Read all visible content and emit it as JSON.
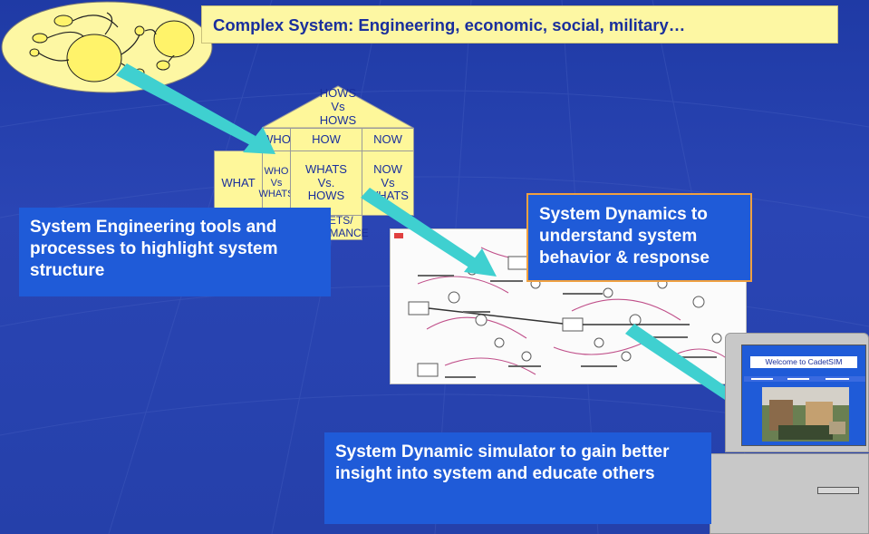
{
  "banner": "Complex System:  Engineering, economic, social, military…",
  "house": {
    "roof": [
      "HOWS",
      "Vs",
      "HOWS"
    ],
    "row1": [
      "WHO",
      "HOW",
      "NOW"
    ],
    "what": "WHAT",
    "who_vs_whats": [
      "WHO",
      "Vs",
      "WHATS"
    ],
    "whats_vs_hows": [
      "WHATS",
      "Vs.",
      "HOWS"
    ],
    "now_vs_whats": [
      "NOW",
      "Vs",
      "WHATS"
    ],
    "targets": [
      "TARGETS/",
      "PERFORMANCE"
    ]
  },
  "callouts": {
    "se": "System Engineering tools and processes to highlight system structure",
    "sd": "System Dynamics to understand system behavior & response",
    "sim": "System Dynamic simulator to gain better insight into system and educate others"
  },
  "monitor": {
    "title": "Welcome to CadetSIM"
  },
  "colors": {
    "background": "#2540aa",
    "arrow": "#3fd0d0",
    "yellow": "#fef79a",
    "callout": "#1f5bd8",
    "orange_border": "#f0a040"
  }
}
